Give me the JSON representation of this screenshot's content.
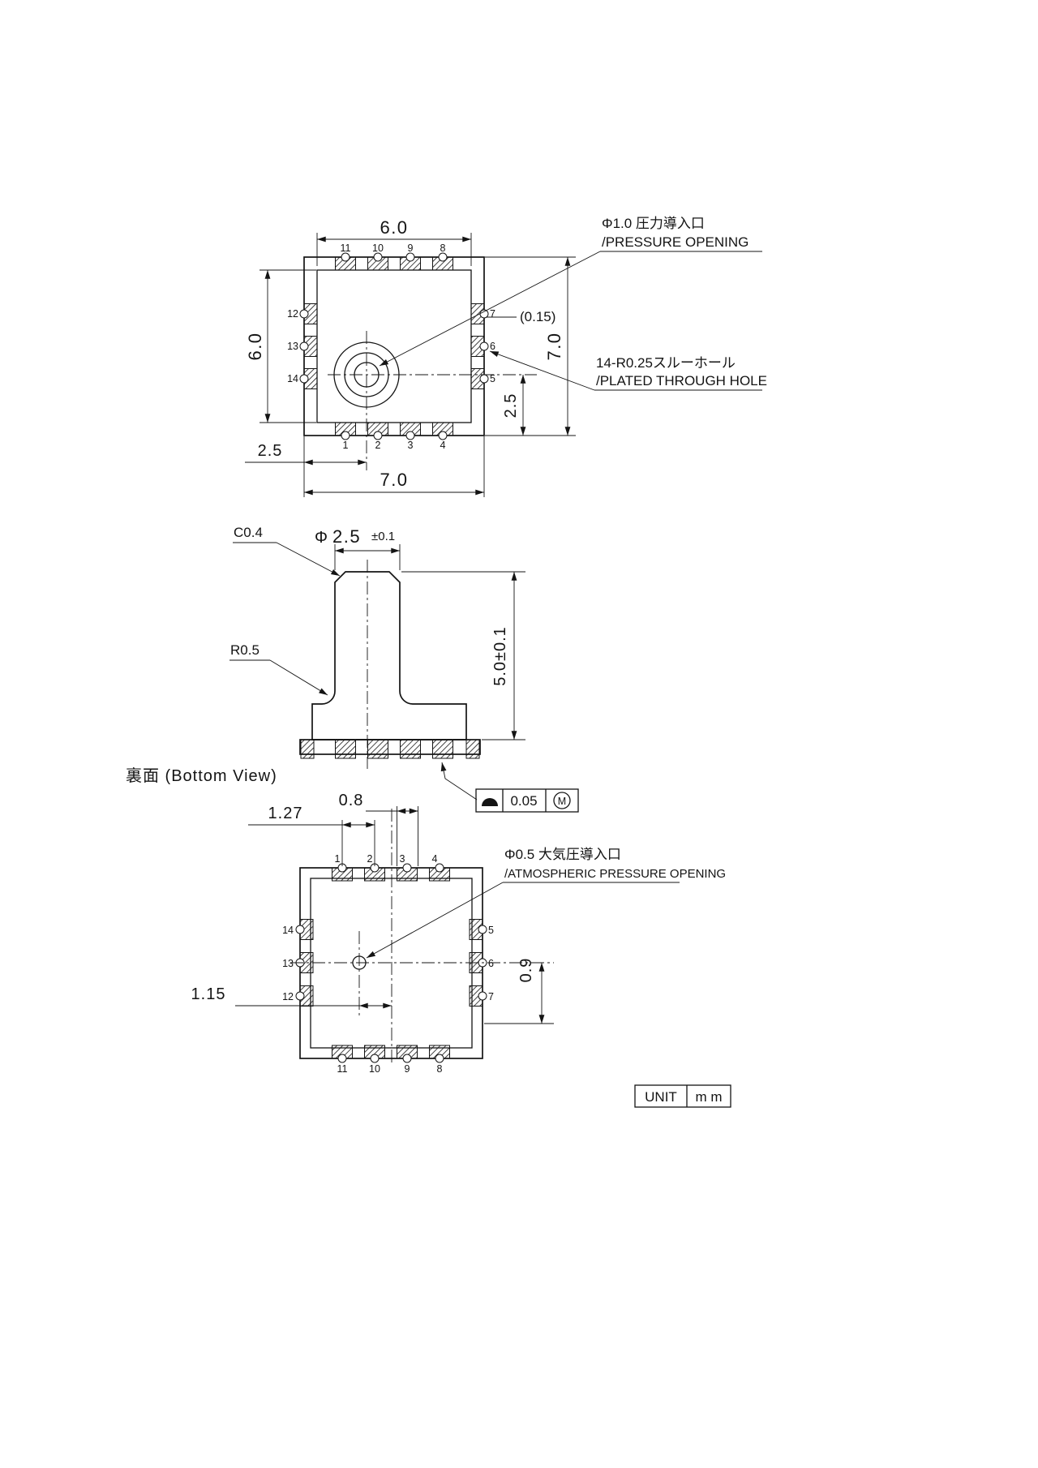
{
  "top_view": {
    "dim_top_width": "6.0",
    "dim_left_height": "6.0",
    "dim_bottom_width": "7.0",
    "dim_right_height": "7.0",
    "dim_port_offset_x": "2.5",
    "dim_port_offset_y": "2.5",
    "dim_pad_ref": "(0.15)",
    "pins": {
      "top": [
        "11",
        "10",
        "9",
        "8"
      ],
      "left": [
        "12",
        "13",
        "14"
      ],
      "right": [
        "7",
        "6",
        "5"
      ],
      "bottom": [
        "1",
        "2",
        "3",
        "4"
      ]
    },
    "callout_pressure_jp": "Φ1.0 圧力導入口",
    "callout_pressure_en": "/PRESSURE OPENING",
    "callout_hole_jp": "14-R0.25スルーホール",
    "callout_hole_en": "/PLATED THROUGH HOLE"
  },
  "side_view": {
    "callout_chamfer": "C0.4",
    "dim_phi": "Φ",
    "dim_diameter": "2.5",
    "dim_diameter_tol": "±0.1",
    "callout_fillet": "R0.5",
    "dim_height": "5.0±0.1",
    "frame_value": "0.05",
    "frame_modifier": "M"
  },
  "bottom_view": {
    "title": "裏面 (Bottom View)",
    "dim_pitch": "1.27",
    "dim_pad_width": "0.8",
    "dim_port_offset": "1.15",
    "dim_edge": "0.9",
    "pins": {
      "top": [
        "1",
        "2",
        "3",
        "4"
      ],
      "left": [
        "14",
        "13",
        "12"
      ],
      "right": [
        "5",
        "6",
        "7"
      ],
      "bottom": [
        "11",
        "10",
        "9",
        "8"
      ]
    },
    "callout_atmo_jp": "Φ0.5 大気圧導入口",
    "callout_atmo_en": "/ATMOSPHERIC PRESSURE OPENING"
  },
  "unit_box": {
    "label": "UNIT",
    "value": "m m"
  }
}
